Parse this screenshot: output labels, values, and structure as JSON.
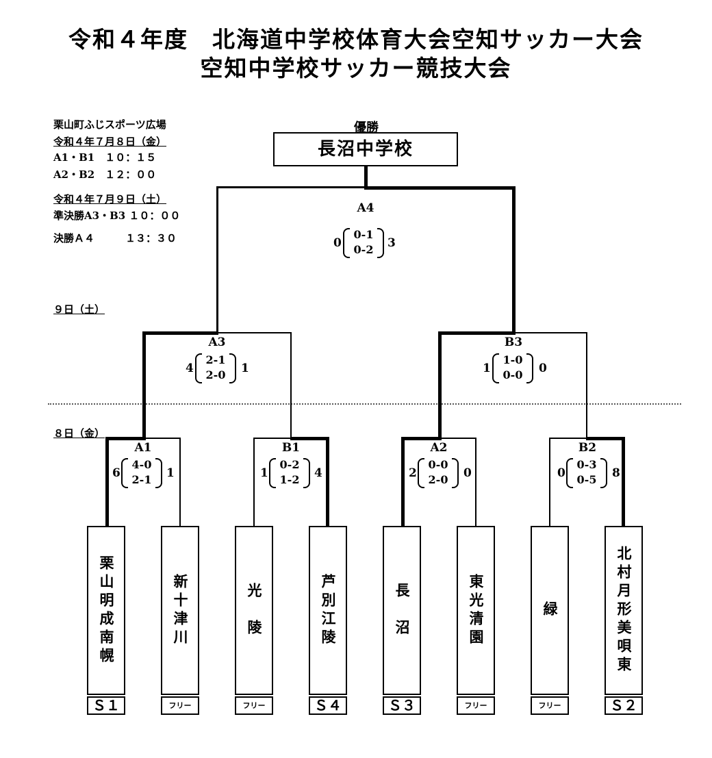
{
  "title_line1": "令和４年度　北海道中学校体育大会空知サッカー大会",
  "title_line2": "空知中学校サッカー競技大会",
  "schedule": {
    "venue": "栗山町ふじスポーツ広場",
    "day1_date": "令和４年７月８日（金）",
    "day1_match1": "A1・B1　１０：１５",
    "day1_match2": "A2・B2　１２：００",
    "day2_date": "令和４年７月９日（土）",
    "day2_semifinal": "準決勝A3・B3 １０：００",
    "day2_final": "決勝Ａ４　　　１３：３０"
  },
  "day_labels": {
    "day2": "９日（土）",
    "day1": "８日（金）"
  },
  "winner": {
    "label": "優勝",
    "team": "長沼中学校"
  },
  "matches": {
    "A4": {
      "label": "A4",
      "left_score": "0",
      "half1": "0-1",
      "half2": "0-2",
      "right_score": "3"
    },
    "A3": {
      "label": "A3",
      "left_score": "4",
      "half1": "2-1",
      "half2": "2-0",
      "right_score": "1"
    },
    "B3": {
      "label": "B3",
      "left_score": "1",
      "half1": "1-0",
      "half2": "0-0",
      "right_score": "0"
    },
    "A1": {
      "label": "A1",
      "left_score": "6",
      "half1": "4-0",
      "half2": "2-1",
      "right_score": "1"
    },
    "B1": {
      "label": "B1",
      "left_score": "1",
      "half1": "0-2",
      "half2": "1-2",
      "right_score": "4"
    },
    "A2": {
      "label": "A2",
      "left_score": "2",
      "half1": "0-0",
      "half2": "2-0",
      "right_score": "0"
    },
    "B2": {
      "label": "B2",
      "left_score": "0",
      "half1": "0-3",
      "half2": "0-5",
      "right_score": "8"
    }
  },
  "teams": [
    {
      "name": "栗山明成南幌",
      "seed": "Ｓ１"
    },
    {
      "name": "新十津川",
      "seed": "フリー"
    },
    {
      "name": "光　陵",
      "seed": "フリー"
    },
    {
      "name": "芦別江陵",
      "seed": "Ｓ４"
    },
    {
      "name": "長　沼",
      "seed": "Ｓ３"
    },
    {
      "name": "東光清園",
      "seed": "フリー"
    },
    {
      "name": "緑",
      "seed": "フリー"
    },
    {
      "name": "北村月形美唄東",
      "seed": "Ｓ２"
    }
  ]
}
